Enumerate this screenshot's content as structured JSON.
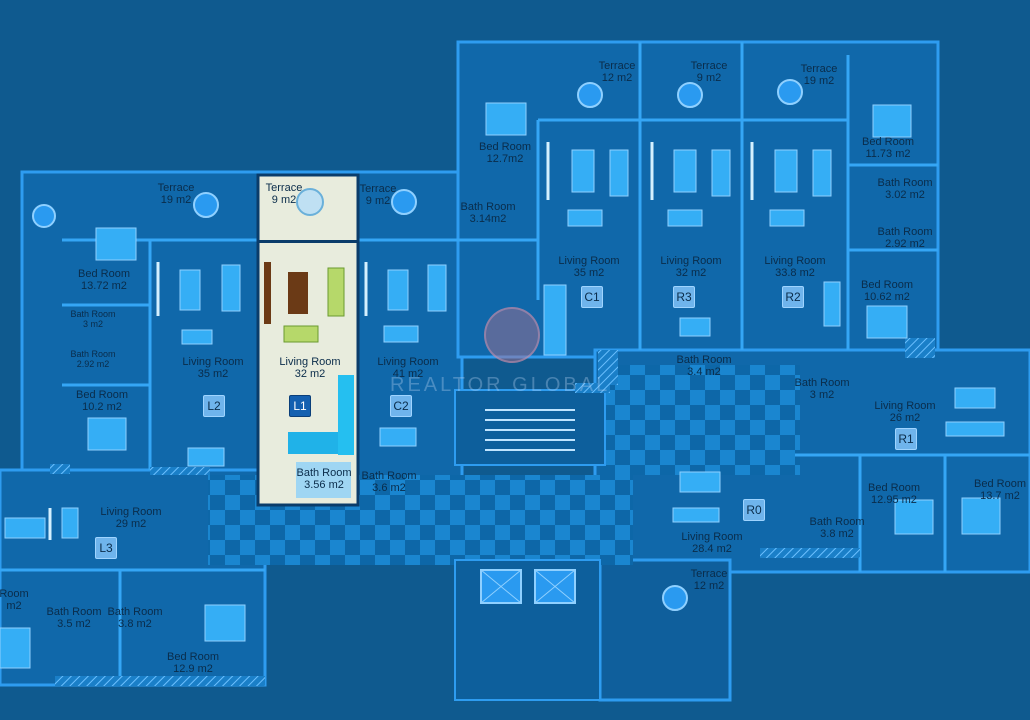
{
  "plan": {
    "watermark": "REALTOR GLOBAL",
    "units": [
      {
        "id": "L1",
        "selected": true
      },
      {
        "id": "L2"
      },
      {
        "id": "L3"
      },
      {
        "id": "C1"
      },
      {
        "id": "C2"
      },
      {
        "id": "R0"
      },
      {
        "id": "R1"
      },
      {
        "id": "R2"
      },
      {
        "id": "R3"
      }
    ],
    "rooms": {
      "l1_terrace": {
        "name": "Terrace",
        "area": "9 m2"
      },
      "l1_living": {
        "name": "Living Room",
        "area": "32 m2"
      },
      "l1_bath": {
        "name": "Bath Room",
        "area": "3.56 m2"
      },
      "l2_terrace": {
        "name": "Terrace",
        "area": "19 m2"
      },
      "l2_bed": {
        "name": "Bed Room",
        "area": "13.72 m2"
      },
      "l2_bath1": {
        "name": "Bath Room",
        "area": "3 m2"
      },
      "l2_bath2": {
        "name": "Bath Room",
        "area": "2.92 m2"
      },
      "l2_bed2": {
        "name": "Bed Room",
        "area": "10.2 m2"
      },
      "l2_living": {
        "name": "Living Room",
        "area": "35 m2"
      },
      "c2_terrace": {
        "name": "Terrace",
        "area": "9 m2"
      },
      "c2_living": {
        "name": "Living Room",
        "area": "41 m2"
      },
      "c2_bath": {
        "name": "Bath Room",
        "area": "3.6 m2"
      },
      "c1_terrace": {
        "name": "Terrace",
        "area": "12 m2"
      },
      "c1_bed": {
        "name": "Bed Room",
        "area": "12.7m2"
      },
      "c1_bath": {
        "name": "Bath Room",
        "area": "3.14m2"
      },
      "c1_living": {
        "name": "Living Room",
        "area": "35 m2"
      },
      "r3_terrace": {
        "name": "Terrace",
        "area": "9 m2"
      },
      "r3_living": {
        "name": "Living Room",
        "area": "32 m2"
      },
      "r3_bath": {
        "name": "Bath Room",
        "area": "3.4 m2"
      },
      "r2_terrace": {
        "name": "Terrace",
        "area": "19 m2"
      },
      "r2_living": {
        "name": "Living Room",
        "area": "33.8 m2"
      },
      "r2_bed": {
        "name": "Bed Room",
        "area": "11.73 m2"
      },
      "r2_bath1": {
        "name": "Bath Room",
        "area": "3.02 m2"
      },
      "r2_bath2": {
        "name": "Bath Room",
        "area": "2.92 m2"
      },
      "r2_bed2": {
        "name": "Bed Room",
        "area": "10.62 m2"
      },
      "r1_bath": {
        "name": "Bath Room",
        "area": "3 m2"
      },
      "r1_living": {
        "name": "Living Room",
        "area": "26 m2"
      },
      "r0_living": {
        "name": "Living Room",
        "area": "28.4 m2"
      },
      "r0_bath": {
        "name": "Bath Room",
        "area": "3.8 m2"
      },
      "r0_terrace": {
        "name": "Terrace",
        "area": "12 m2"
      },
      "r0_bed1": {
        "name": "Bed Room",
        "area": "12.95 m2"
      },
      "r0_bed2": {
        "name": "Bed Room",
        "area": "13.7 m2"
      },
      "l3_living": {
        "name": "Living Room",
        "area": "29 m2"
      },
      "l3_bed_edge": {
        "name": "Room",
        "area": "m2"
      },
      "l3_bath1": {
        "name": "Bath Room",
        "area": "3.5 m2"
      },
      "l3_bath2": {
        "name": "Bath Room",
        "area": "3.8 m2"
      },
      "l3_bed": {
        "name": "Bed Room",
        "area": "12.9 m2"
      }
    }
  }
}
